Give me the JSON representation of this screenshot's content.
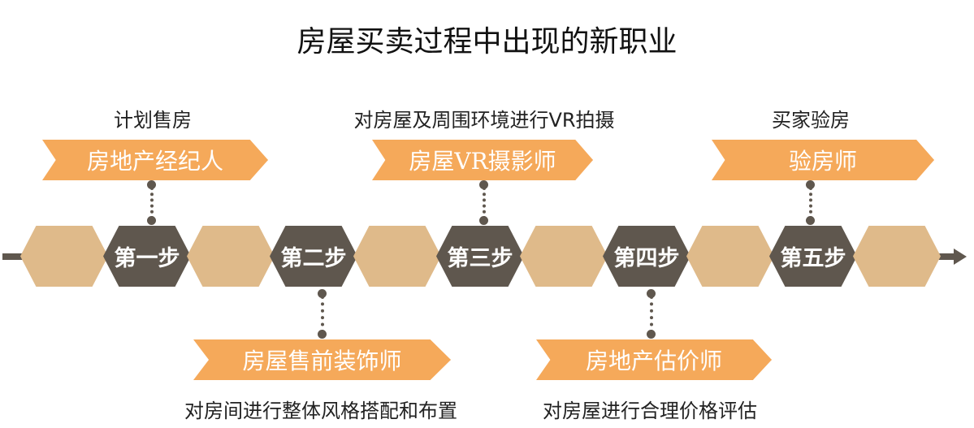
{
  "title": "房屋买卖过程中出现的新职业",
  "steps": [
    "第一步",
    "第二步",
    "第三步",
    "第四步",
    "第五步"
  ],
  "top": [
    {
      "caption": "计划售房",
      "role": "房地产经纪人"
    },
    {
      "caption": "对房屋及周围环境进行VR拍摄",
      "role": "房屋VR摄影师"
    },
    {
      "caption": "买家验房",
      "role": "验房师"
    }
  ],
  "bottom": [
    {
      "role": "房屋售前装饰师",
      "caption": "对房间进行整体风格搭配和布置"
    },
    {
      "role": "房地产估价师",
      "caption": "对房屋进行合理价格评估"
    }
  ],
  "colors": {
    "light": "#dfba8a",
    "dark": "#5f574e",
    "orange": "#f5a95a"
  }
}
